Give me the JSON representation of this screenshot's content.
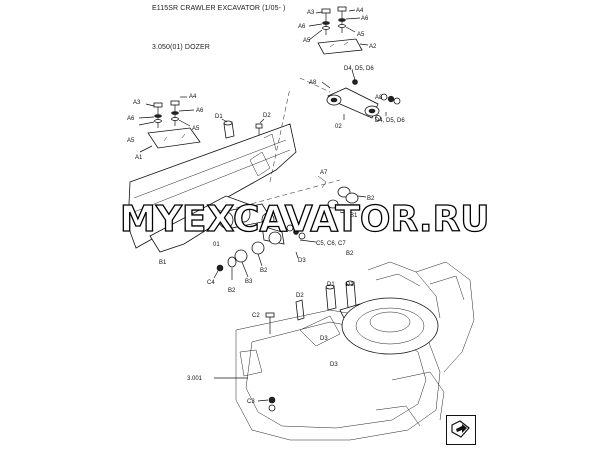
{
  "header": {
    "title": "E115SR CRAWLER EXCAVATOR (1/05- )",
    "section": "3.050(01) DOZER"
  },
  "watermark": "MYEXCAVATOR.RU",
  "callouts": [
    {
      "id": "A3a",
      "text": "A3"
    },
    {
      "id": "A4a",
      "text": "A4"
    },
    {
      "id": "A6a",
      "text": "A6"
    },
    {
      "id": "A5a",
      "text": "A5"
    },
    {
      "id": "A2",
      "text": "A2"
    },
    {
      "id": "D456a",
      "text": "D4, D5, D6"
    },
    {
      "id": "A8a",
      "text": "A8"
    },
    {
      "id": "A8b",
      "text": "A8"
    },
    {
      "id": "O2",
      "text": "02"
    },
    {
      "id": "D456b",
      "text": "D4, D5, D6"
    },
    {
      "id": "A3b",
      "text": "A3"
    },
    {
      "id": "A4b",
      "text": "A4"
    },
    {
      "id": "A6b",
      "text": "A6"
    },
    {
      "id": "A6c",
      "text": "A6"
    },
    {
      "id": "A5b",
      "text": "A5"
    },
    {
      "id": "A5c",
      "text": "A5"
    },
    {
      "id": "A1",
      "text": "A1"
    },
    {
      "id": "D1a",
      "text": "D1"
    },
    {
      "id": "D2a",
      "text": "D2"
    },
    {
      "id": "A7",
      "text": "A7"
    },
    {
      "id": "B2a",
      "text": "B2"
    },
    {
      "id": "B1a",
      "text": "B1"
    },
    {
      "id": "B1b",
      "text": "B1"
    },
    {
      "id": "O1",
      "text": "01"
    },
    {
      "id": "C567",
      "text": "C5, C6, C7"
    },
    {
      "id": "B2b",
      "text": "B2"
    },
    {
      "id": "D3a",
      "text": "D3"
    },
    {
      "id": "C4",
      "text": "C4"
    },
    {
      "id": "B2c",
      "text": "B2"
    },
    {
      "id": "B3",
      "text": "B3"
    },
    {
      "id": "B2d",
      "text": "B2"
    },
    {
      "id": "D2b",
      "text": "D2"
    },
    {
      "id": "D1b",
      "text": "D1"
    },
    {
      "id": "C2",
      "text": "C2"
    },
    {
      "id": "D3b",
      "text": "D3"
    },
    {
      "id": "D3c",
      "text": "D3"
    },
    {
      "id": "ref",
      "text": "3.001"
    },
    {
      "id": "C3",
      "text": "C3"
    }
  ],
  "icons": {
    "nav": "next-page-arrow-icon"
  }
}
